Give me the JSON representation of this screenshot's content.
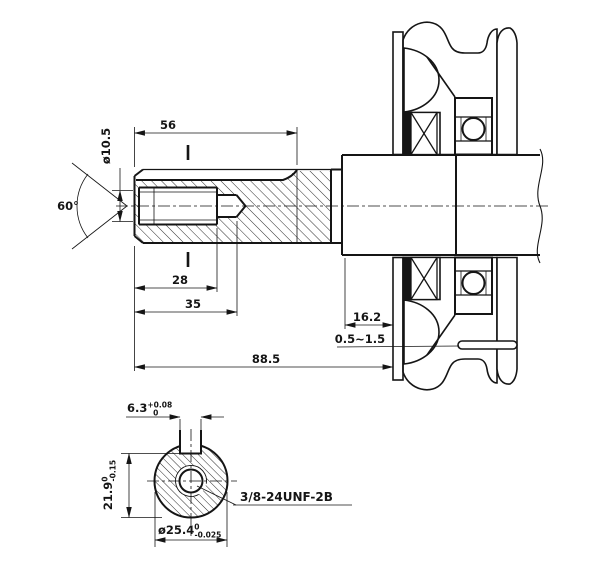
{
  "drawing_title": "crankshaft PTO shaft drawing",
  "top_view": {
    "keyway_length": "56",
    "countersink_dia": "ø10.5",
    "countersink_angle": "60°",
    "thread_depth": "28",
    "hole_depth": "35",
    "total_length": "88.5",
    "step_width": "16.2",
    "clearance": "0.5~1.5"
  },
  "section_view": {
    "keyway_width": "6.3",
    "keyway_width_tol_up": "+0.08",
    "keyway_width_tol_low": "0",
    "key_flat": "21.9",
    "key_flat_tol_up": "0",
    "key_flat_tol_low": "-0.15",
    "shaft_dia": "ø25.4",
    "shaft_dia_tol_up": "0",
    "shaft_dia_tol_low": "-0.025",
    "thread_spec": "3/8-24UNF-2B"
  },
  "colors": {
    "line": "#151515",
    "background": "#ffffff"
  }
}
